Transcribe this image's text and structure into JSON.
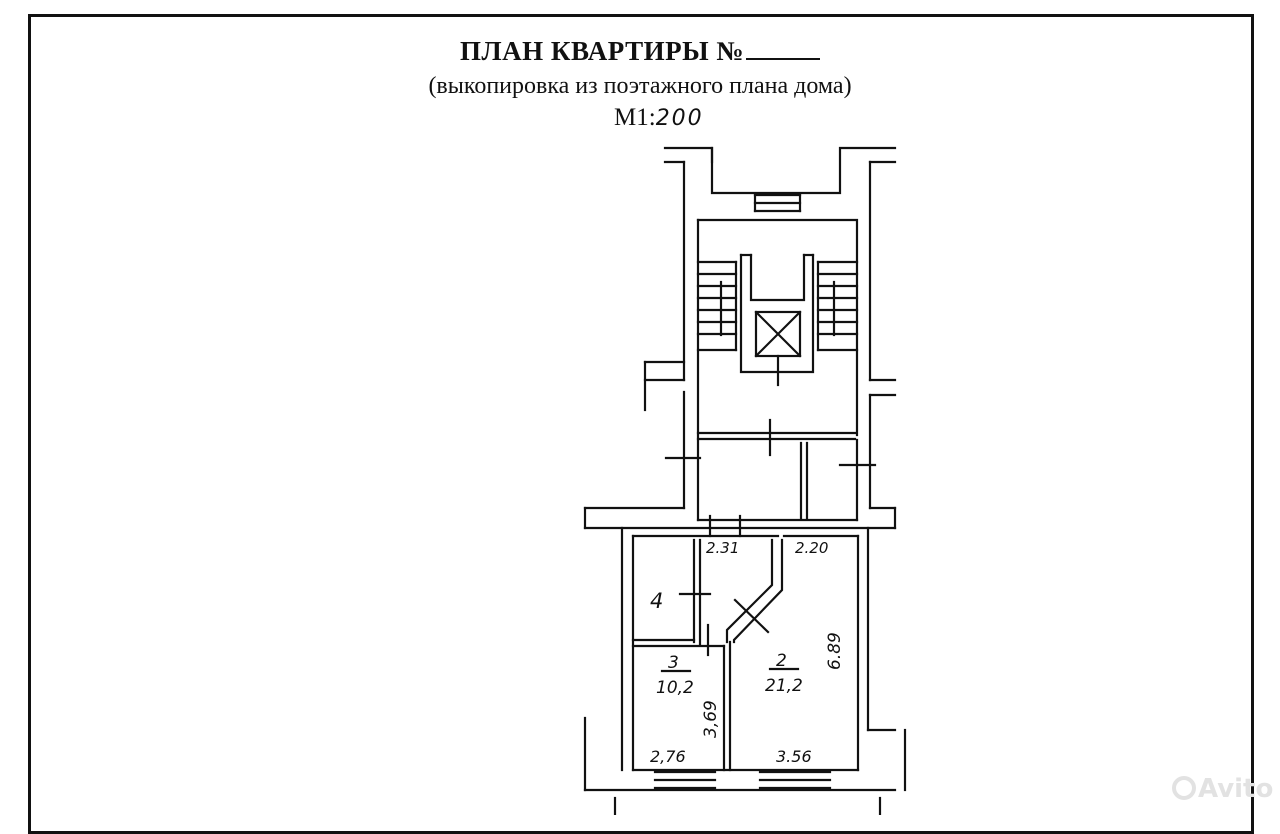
{
  "header": {
    "title": "ПЛАН КВАРТИРЫ №",
    "subtitle": "(выкопировка из поэтажного плана дома)",
    "scale_prefix": "М1:",
    "scale_value": "200"
  },
  "rooms": [
    {
      "number": "4",
      "area": ""
    },
    {
      "number": "3",
      "area": "10,2"
    },
    {
      "number": "2",
      "area": "21,2"
    }
  ],
  "dimensions": {
    "top_left": "2.31",
    "top_right": "2.20",
    "right_side": "6.89",
    "room3_side": "3,69",
    "bottom_left": "2,76",
    "bottom_right": "3.56"
  },
  "watermark": "Avito"
}
